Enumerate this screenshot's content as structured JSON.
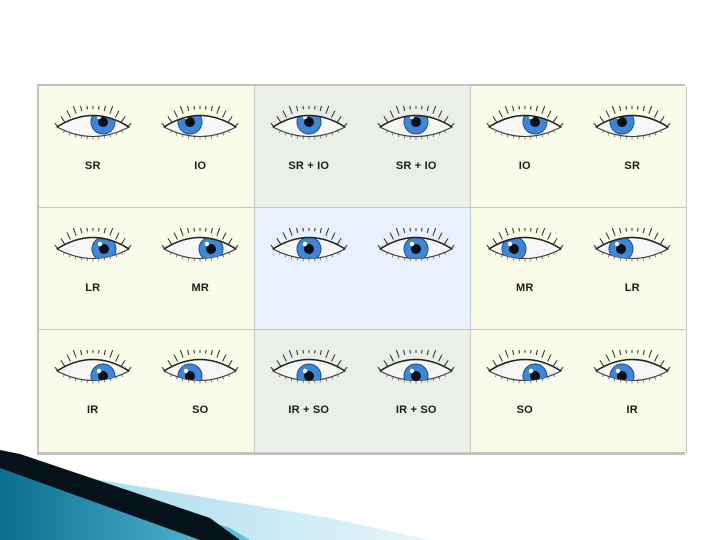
{
  "colors": {
    "cream": "#fbfbea",
    "mint": "#eaf0e8",
    "center": "#e8f1fd",
    "iris": "#3f86d6",
    "border": "#c2c2c2"
  },
  "cells": [
    {
      "bg": "cream",
      "eyes": [
        {
          "label": "SR",
          "gaze": "up-right"
        },
        {
          "label": "IO",
          "gaze": "up-left"
        }
      ]
    },
    {
      "bg": "mint",
      "eyes": [
        {
          "label": "SR + IO",
          "gaze": "up"
        },
        {
          "label": "SR + IO",
          "gaze": "up"
        }
      ]
    },
    {
      "bg": "cream",
      "eyes": [
        {
          "label": "IO",
          "gaze": "up-right"
        },
        {
          "label": "SR",
          "gaze": "up-left"
        }
      ]
    },
    {
      "bg": "cream",
      "eyes": [
        {
          "label": "LR",
          "gaze": "right"
        },
        {
          "label": "MR",
          "gaze": "right"
        }
      ]
    },
    {
      "bg": "center",
      "eyes": [
        {
          "label": "",
          "gaze": "center"
        },
        {
          "label": "",
          "gaze": "center"
        }
      ]
    },
    {
      "bg": "cream",
      "eyes": [
        {
          "label": "MR",
          "gaze": "left"
        },
        {
          "label": "LR",
          "gaze": "left"
        }
      ]
    },
    {
      "bg": "cream",
      "eyes": [
        {
          "label": "IR",
          "gaze": "down-right"
        },
        {
          "label": "SO",
          "gaze": "down-left"
        }
      ]
    },
    {
      "bg": "mint",
      "eyes": [
        {
          "label": "IR + SO",
          "gaze": "down"
        },
        {
          "label": "IR + SO",
          "gaze": "down"
        }
      ]
    },
    {
      "bg": "cream",
      "eyes": [
        {
          "label": "SO",
          "gaze": "down-right"
        },
        {
          "label": "IR",
          "gaze": "down-left"
        }
      ]
    }
  ]
}
